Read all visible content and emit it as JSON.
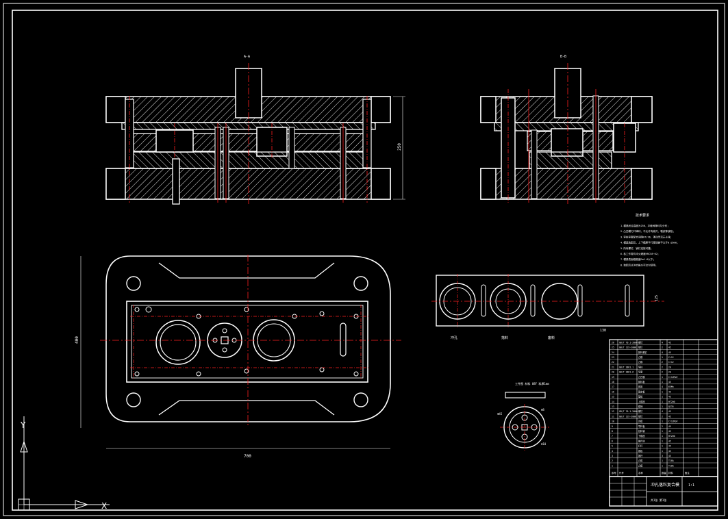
{
  "drawing": {
    "section_left_label": "A-A",
    "section_right_label": "B-B",
    "dim_height": "250",
    "dim_width_plan": "700",
    "dim_height_plan": "400",
    "strip_width_label": "125",
    "strip_pitch_label": "130",
    "strip_bottom_labels": [
      "冲孔",
      "落料",
      "废料"
    ],
    "part_label": "工件图 材料 08F 料厚1mm",
    "part_dims": [
      "Φ45",
      "Φ8",
      "Φ10"
    ],
    "notes_title": "技术要求",
    "notes": [
      "1.模具闭合高度为250，冲裁间隙均匀分布；",
      "2.凸凹模刃口锋利，不允许有崩刃、裂纹等缺陷；",
      "3.导柱导套配合间隙H7/h6，滑动灵活无卡滞；",
      "4.模具装配后，上下模座平行度误差不大于0.05mm；",
      "5.所有螺钉、销钉连接可靠；",
      "6.各工作零件淬火硬度HRC58~62；",
      "7.模具表面粗糙度Ra1.6以下；",
      "8.装配后试冲合格方可交付使用。"
    ]
  },
  "bom_rows": [
    [
      "26",
      "GB/T 70.1-2000",
      "螺钉",
      "4",
      "45",
      ""
    ],
    [
      "25",
      "GB/T 119-2000",
      "销钉",
      "2",
      "45",
      ""
    ],
    [
      "24",
      "",
      "卸料螺钉",
      "4",
      "45",
      ""
    ],
    [
      "23",
      "",
      "凸模",
      "1",
      "Cr12",
      ""
    ],
    [
      "22",
      "",
      "凸模",
      "2",
      "Cr12",
      ""
    ],
    [
      "21",
      "GB/T 2861.1",
      "导柱",
      "2",
      "20",
      ""
    ],
    [
      "20",
      "GB/T 2861.6",
      "导套",
      "2",
      "20",
      ""
    ],
    [
      "19",
      "",
      "凸凹模",
      "1",
      "Cr12MoV",
      ""
    ],
    [
      "18",
      "",
      "卸料板",
      "1",
      "45",
      ""
    ],
    [
      "17",
      "",
      "弹簧",
      "4",
      "65Mn",
      ""
    ],
    [
      "16",
      "",
      "固定板",
      "1",
      "45",
      ""
    ],
    [
      "15",
      "",
      "垫板",
      "1",
      "45",
      ""
    ],
    [
      "14",
      "",
      "上模座",
      "1",
      "HT200",
      ""
    ],
    [
      "13",
      "",
      "模柄",
      "1",
      "Q235",
      ""
    ],
    [
      "12",
      "GB/T 70.1-2000",
      "螺钉",
      "4",
      "45",
      ""
    ],
    [
      "11",
      "GB/T 119-2000",
      "销钉",
      "2",
      "45",
      ""
    ],
    [
      "10",
      "",
      "凹模",
      "1",
      "Cr12MoV",
      ""
    ],
    [
      "9",
      "",
      "导料板",
      "2",
      "45",
      ""
    ],
    [
      "8",
      "",
      "挡料销",
      "1",
      "45",
      ""
    ],
    [
      "7",
      "",
      "下模座",
      "1",
      "HT200",
      ""
    ],
    [
      "6",
      "",
      "推件块",
      "1",
      "45",
      ""
    ],
    [
      "5",
      "",
      "打杆",
      "1",
      "45",
      ""
    ],
    [
      "4",
      "",
      "推板",
      "1",
      "45",
      ""
    ],
    [
      "3",
      "",
      "推杆",
      "3",
      "45",
      ""
    ],
    [
      "2",
      "",
      "凸模",
      "1",
      "T10A",
      ""
    ],
    [
      "1",
      "",
      "凸模",
      "1",
      "T10A",
      ""
    ]
  ],
  "bom_header": [
    "序号",
    "代号",
    "名称",
    "数量",
    "材料",
    "备注"
  ],
  "title_block": {
    "name": "冲孔落料复合模",
    "scale": "1:1",
    "sheet": "共1张 第1张"
  },
  "ucs": {
    "x": "X",
    "y": "Y"
  },
  "colors": {
    "line": "#ffffff",
    "center": "#ff2020",
    "background": "#000000"
  }
}
